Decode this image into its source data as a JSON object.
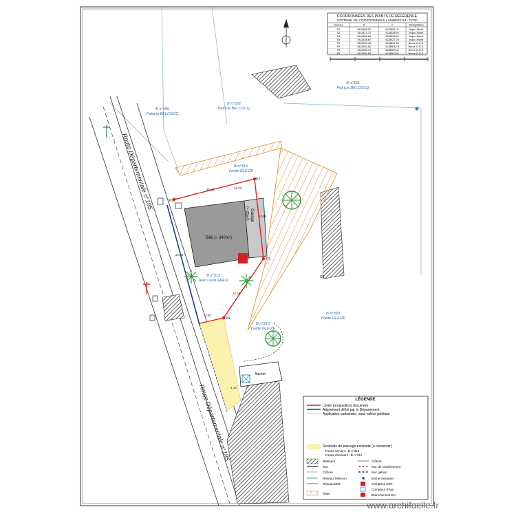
{
  "coord_table": {
    "title": "COORDONNÉES DES POINTS DE RÉFÉRENCE",
    "subtitle": "SYSTÈME DE COORDONNÉES LAMBERT 93 - CC50",
    "headers": [
      "Numéro",
      "X",
      "Y",
      "Désignation"
    ],
    "rows": [
      [
        "S1",
        "1912808.22",
        "4128891.11",
        "Anjou-Muret"
      ],
      [
        "S2",
        "1912813.79",
        "4128838.91",
        "Anjou-Muret"
      ],
      [
        "S3",
        "1912805.64",
        "4128838.91",
        "Anjou-Muret"
      ],
      [
        "S4",
        "1912828.60",
        "4128827.78",
        "Anjou-Muret"
      ],
      [
        "P1",
        "1912829.48",
        "4128811.89",
        "Borne O.G.E."
      ],
      [
        "P2",
        "1912820.50",
        "4128806.74",
        "Borne O.G.E."
      ],
      [
        "P3",
        "1912836.74",
        "4128803.41",
        "Borne O.G.E."
      ],
      [
        "P4",
        "1912830.56",
        "4128802.62",
        "Borne O.G.E."
      ]
    ]
  },
  "parcels": {
    "p1": {
      "ref": "B n°331",
      "owner": "Patricia BELCOCQ"
    },
    "p2": {
      "ref": "B n°332",
      "owner": "Patricia BELCOCQ"
    },
    "p3": {
      "ref": "B n°455",
      "owner": "Patricia BELCOCQ"
    },
    "p4": {
      "ref": "B n°319",
      "owner": "Yvette GLEIZE"
    },
    "p5": {
      "ref": "B n°313",
      "owner": "Jean Louis FRESI"
    },
    "p6": {
      "ref": "B n°313",
      "owner": "Yvette GLEIZE"
    },
    "p7": {
      "ref": "B n°390",
      "owner": "Yvette GLEIZE"
    }
  },
  "roads": {
    "upper": "Route Départementale n°185",
    "lower": "Route Départementale n°185"
  },
  "buildings": {
    "main": "Bâti (≈ 340m²)",
    "garage_line1": "Garage",
    "garage_line2": "(≈ 25m²)",
    "annex": "Auvent"
  },
  "dimensions": [
    "48.85",
    "13.72",
    "12.85",
    "3.00",
    "22.45",
    "22.85",
    "4.15"
  ],
  "points": [
    "P1",
    "P2",
    "P3",
    "P4",
    "S5"
  ],
  "legend": {
    "title": "LÉGENDE",
    "lines": [
      {
        "label": "Limite (proposition) document",
        "color": "#e02020",
        "style": "solid"
      },
      {
        "label": "Alignement défini par le Département",
        "color": "#1f3a8a",
        "style": "solid"
      },
      {
        "label": "Application cadastrale, sans valeur juridique",
        "color": "#8a8a8a",
        "style": "thin"
      }
    ],
    "servitude": {
      "label": "Servitude de passage existante (à conserver)",
      "sub1": "Fonds servant : B n°313",
      "sub2": "Fonds dominant : B n°312"
    },
    "symbols": [
      {
        "label": "Bâtiment",
        "col": 0
      },
      {
        "label": "Clôture",
        "col": 1
      },
      {
        "label": "Mur",
        "col": 0
      },
      {
        "label": "Mur de soutènement",
        "col": 1
      },
      {
        "label": "Clôture",
        "col": 0
      },
      {
        "label": "Mur gabion",
        "col": 1
      },
      {
        "label": "Réseau Télécom",
        "col": 0
      },
      {
        "label": "Borne existante",
        "col": 1
      },
      {
        "label": "Réseau EDF",
        "col": 0
      },
      {
        "label": "Compteur EDF",
        "col": 1
      },
      {
        "label": "Compteur d'eau",
        "col": 1
      },
      {
        "label": "Talus",
        "col": 0
      },
      {
        "label": "Branchement EU",
        "col": 1
      }
    ]
  },
  "colors": {
    "limit": "#e02020",
    "alignment": "#1f3a8a",
    "talus": "#e08a2a",
    "servitude": "#fbf2b0",
    "building": "#9a9a9a",
    "tree": "#2e9a3c",
    "cadastre": "#7fb2c8"
  },
  "watermark": "www.archifacile.fr"
}
